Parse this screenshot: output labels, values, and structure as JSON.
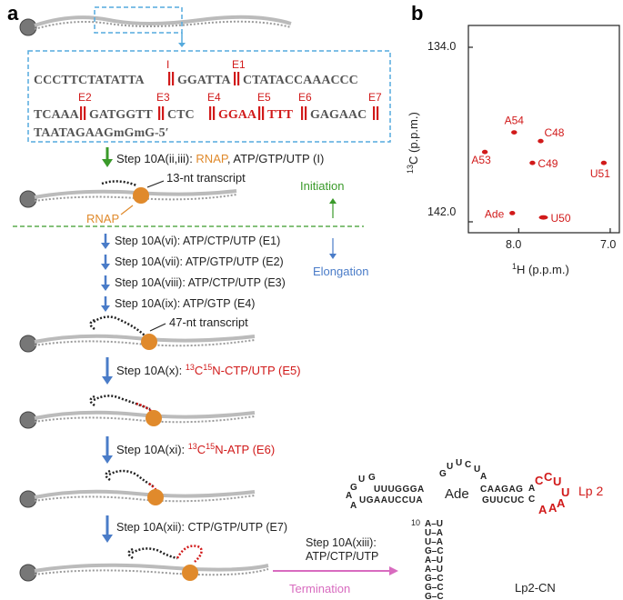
{
  "panel_a": {
    "label": "a",
    "sequence_box": {
      "line1": {
        "pre": "CCCTTCTATATTA",
        "mid": "GGATTA",
        "post": "CTATACCAAACCC"
      },
      "line2": {
        "s1": "TCAAA",
        "s2": "GATGGTT",
        "s3": "CTC",
        "s4": "GGAA",
        "s5": "TTT",
        "s6": "GAGAAC"
      },
      "line3": "TAATAGAAGmGmG-5′",
      "markers": [
        "I",
        "E1",
        "E2",
        "E3",
        "E4",
        "E5",
        "E6",
        "E7"
      ]
    },
    "step_init": {
      "prefix": "Step 10A(ii,iii): ",
      "rnap": "RNAP",
      "suffix": ", ATP/GTP/UTP (I)"
    },
    "transcript13": "13-nt transcript",
    "rnap_label": "RNAP",
    "initiation": "Initiation",
    "elongation": "Elongation",
    "steps": [
      "Step 10A(vi): ATP/CTP/UTP (E1)",
      "Step 10A(vii): ATP/GTP/UTP (E2)",
      "Step 10A(viii): ATP/CTP/UTP (E3)",
      "Step 10A(ix): ATP/GTP (E4)"
    ],
    "transcript47": "47-nt transcript",
    "step_x": {
      "prefix": "Step 10A(x): ",
      "iso": "13",
      "c": "C",
      "iso2": "15",
      "rest": "N-CTP/UTP (E5)"
    },
    "step_xi": {
      "prefix": "Step 10A(xi): ",
      "iso": "13",
      "c": "C",
      "iso2": "15",
      "rest": "N-ATP (E6)"
    },
    "step_xii": "Step 10A(xii): CTP/GTP/UTP (E7)",
    "step_xiii_1": "Step 10A(xiii):",
    "step_xiii_2": "ATP/CTP/UTP",
    "termination": "Termination"
  },
  "panel_b": {
    "label": "b",
    "ylabel_sup": "13",
    "ylabel_rest": "C (p.p.m.)",
    "xlabel_sup": "1",
    "xlabel_rest": "H (p.p.m.)",
    "yticks": [
      "134.0",
      "142.0"
    ],
    "xticks": [
      "8.0",
      "7.0"
    ]
  },
  "chart_data": {
    "type": "scatter",
    "title": "",
    "xlabel": "1H (p.p.m.)",
    "ylabel": "13C (p.p.m.)",
    "x_reversed": true,
    "y_reversed": true,
    "xlim": [
      8.55,
      6.9
    ],
    "ylim": [
      133.0,
      142.5
    ],
    "points": [
      {
        "label": "A54",
        "x": 8.05,
        "y": 137.9
      },
      {
        "label": "C48",
        "x": 7.76,
        "y": 138.3
      },
      {
        "label": "A53",
        "x": 8.37,
        "y": 138.8
      },
      {
        "label": "C49",
        "x": 7.85,
        "y": 139.3
      },
      {
        "label": "U51",
        "x": 7.07,
        "y": 139.3
      },
      {
        "label": "Ade",
        "x": 8.07,
        "y": 141.6
      },
      {
        "label": "U50",
        "x": 7.73,
        "y": 141.8
      }
    ],
    "colors": {
      "points": "#d11a1a"
    }
  },
  "panel_c": {
    "title": "Lp2-CN",
    "ade": "Ade",
    "lp2": "Lp 2",
    "num10": "10",
    "loop_left": [
      "U",
      "G",
      "G",
      "A",
      "A"
    ],
    "top_strand": "UUUGGGA",
    "bottom_strand": "UGAAUCCUA",
    "top_loop": [
      "G",
      "U",
      "U",
      "C",
      "U",
      "A"
    ],
    "right_top": "CAAGAG",
    "right_bottom": "GUUCUC",
    "red_top": [
      "C",
      "C",
      "U"
    ],
    "red_right": [
      "U"
    ],
    "red_bottom": [
      "A",
      "A",
      "A"
    ],
    "right_small": [
      "A",
      "C"
    ],
    "stem_pairs": [
      "A–U",
      "U–A",
      "U–A",
      "G–C",
      "A–U",
      "A–U",
      "G–C",
      "G–C",
      "G–C"
    ]
  }
}
